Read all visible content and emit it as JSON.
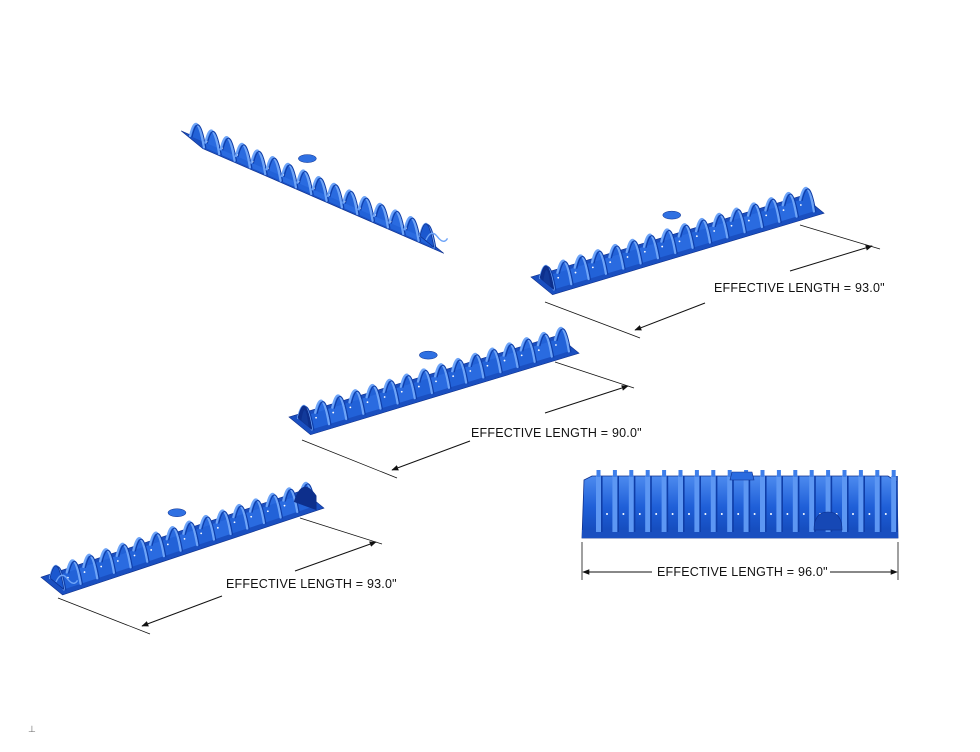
{
  "colors": {
    "chamber_base": "#1f5fd8",
    "chamber_light": "#4a8af0",
    "chamber_dark": "#0d2f8c",
    "dimension_line": "#111111",
    "background": "#ffffff"
  },
  "chambers": [
    {
      "id": "chamber-closed-end",
      "view": "isometric",
      "label": ""
    },
    {
      "id": "chamber-start",
      "view": "isometric",
      "label": "EFFECTIVE LENGTH = 93.0\""
    },
    {
      "id": "chamber-middle",
      "view": "isometric",
      "label": "EFFECTIVE LENGTH = 90.0\""
    },
    {
      "id": "chamber-end",
      "view": "isometric",
      "label": "EFFECTIVE LENGTH = 93.0\""
    },
    {
      "id": "chamber-side",
      "view": "side elevation",
      "label": "EFFECTIVE LENGTH = 96.0\""
    }
  ],
  "dimensions": {
    "start_label": "EFFECTIVE LENGTH = 93.0\"",
    "middle_label": "EFFECTIVE LENGTH = 90.0\"",
    "end_label": "EFFECTIVE LENGTH = 93.0\"",
    "side_label": "EFFECTIVE LENGTH = 96.0\""
  }
}
